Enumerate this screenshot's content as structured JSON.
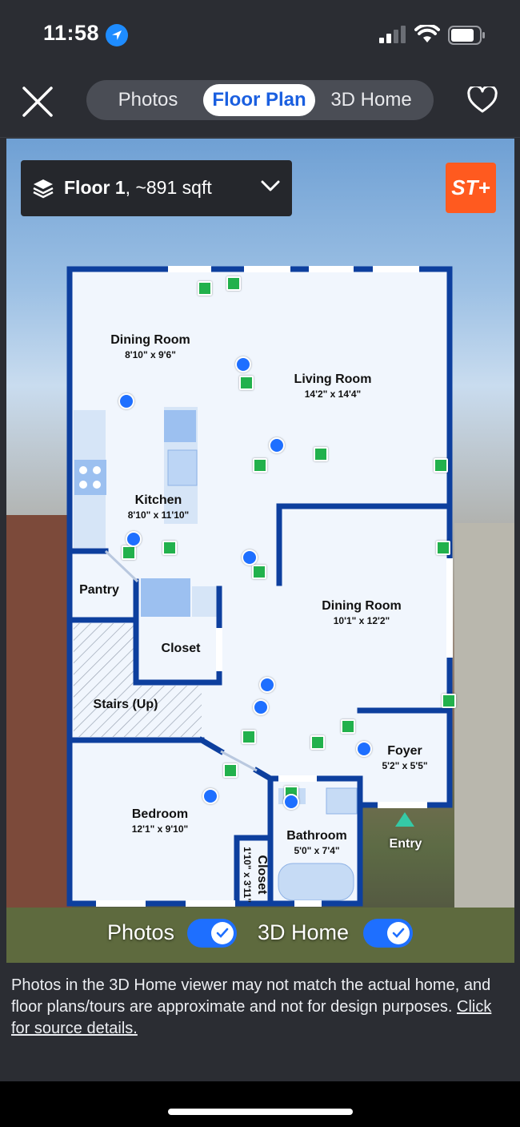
{
  "status": {
    "time": "11:58",
    "icons": [
      "location-icon",
      "signal-icon",
      "wifi-icon",
      "battery-icon"
    ]
  },
  "nav": {
    "tabs": [
      {
        "label": "Photos",
        "active": false
      },
      {
        "label": "Floor Plan",
        "active": true
      },
      {
        "label": "3D Home",
        "active": false
      }
    ]
  },
  "viewer": {
    "floor_name": "Floor 1",
    "floor_area": ", ~891 sqft",
    "badge": "ST+",
    "rooms": [
      {
        "name": "Dining Room",
        "dims": "8'10\" x 9'6\""
      },
      {
        "name": "Living Room",
        "dims": "14'2\" x 14'4\""
      },
      {
        "name": "Kitchen",
        "dims": "8'10\" x 11'10\""
      },
      {
        "name": "Pantry",
        "dims": ""
      },
      {
        "name": "Closet",
        "dims": ""
      },
      {
        "name": "Dining Room",
        "dims": "10'1\" x 12'2\""
      },
      {
        "name": "Stairs (Up)",
        "dims": ""
      },
      {
        "name": "Foyer",
        "dims": "5'2\" x 5'5\""
      },
      {
        "name": "Bedroom",
        "dims": "12'1\" x 9'10\""
      },
      {
        "name": "Bathroom",
        "dims": "5'0\" x 7'4\""
      },
      {
        "name": "Closet",
        "dims": "1'10\" x 3'11\""
      }
    ],
    "entry_label": "Entry",
    "toggles": [
      {
        "label": "Photos",
        "on": true
      },
      {
        "label": "3D Home",
        "on": true
      }
    ],
    "colors": {
      "wall": "#0d3f9e",
      "floor": "#f1f6fd",
      "photo_marker": "#22b14c",
      "tour_marker": "#1e6fff",
      "entry": "#35c9a6"
    }
  },
  "disclaimer": {
    "text": "Photos in the 3D Home viewer may not match the actual home, and floor plans/tours are approximate and not for design purposes. ",
    "link": "Click for source details."
  }
}
